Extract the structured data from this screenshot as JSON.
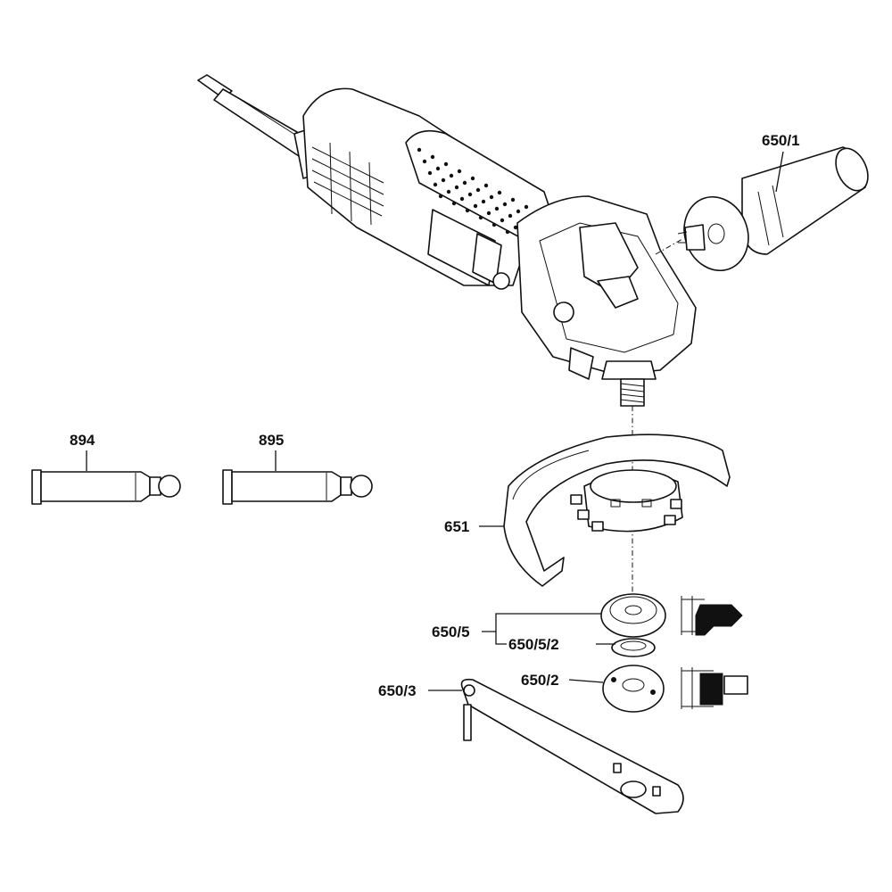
{
  "labels": {
    "handle": "650/1",
    "tube_left": "894",
    "tube_right": "895",
    "guard": "651",
    "flange_set": "650/5",
    "flange_ring": "650/5/2",
    "clamp_nut": "650/2",
    "spanner": "650/3"
  },
  "colors": {
    "ink": "#111111",
    "paper": "#ffffff"
  }
}
